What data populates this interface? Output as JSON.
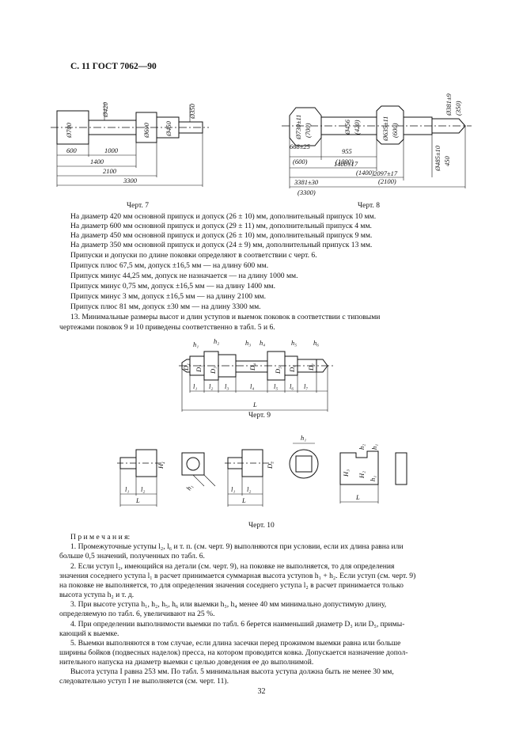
{
  "header": "С. 11 ГОСТ 7062—90",
  "fig7": {
    "caption": "Черт. 7",
    "labels": {
      "d700": "Ø700",
      "d420": "Ø420",
      "d600": "Ø600",
      "d450": "Ø450",
      "d350": "Ø350",
      "l600": "600",
      "l1000": "1000",
      "l1400": "1400",
      "l2100": "2100",
      "l3300": "3300"
    }
  },
  "fig8": {
    "caption": "Черт. 8",
    "labels": {
      "d730": "Ø730±11",
      "d700": "(700)",
      "d456": "Ø456",
      "d420": "(420)",
      "d635": "Ø635±11",
      "d600": "(600)",
      "d381": "Ø381±9",
      "d350": "(350)",
      "d485": "Ø485±10",
      "l450": "450",
      "l668": "668±25",
      "l600": "(600)",
      "l955": "955",
      "l1000": "(1000)",
      "l1400t": "1400±17",
      "l1400": "(1400)",
      "l2097": "2097±17",
      "l2100": "(2100)",
      "l3381": "3381±30",
      "l3300": "(3300)"
    }
  },
  "body_lines": [
    "На диаметр 420 мм основной припуск и допуск (26 ± 10) мм, дополнительный припуск 10 мм.",
    "На диаметр 600 мм основной припуск и допуск (29 ± 11) мм, дополнительный припуск 4 мм.",
    "На диаметр 450 мм основной припуск и допуск (26 ± 10) мм, дополнительный припуск 9 мм.",
    "На диаметр 350 мм основной припуск и допуск (24 ± 9) мм, дополнительный припуск 13 мм.",
    "Припуски и допуски по длине поковки определяют в соответствии с черт. 6.",
    "Припуск плюс 67,5 мм, допуск ±16,5 мм — на длину 600 мм.",
    "Припуск минус 44,25 мм, допуск не назначается — на длину 1000 мм.",
    "Припуск минус 0,75 мм, допуск ±16,5 мм — на длину 1400 мм.",
    "Припуск минус 3 мм, допуск ±16,5 мм — на длину 2100 мм.",
    "Припуск плюс 81 мм, допуск ±30 мм — на длину 3300 мм.",
    "13. Минимальные размеры высот и длин уступов и выемок поковок в соответствии с типовыми",
    "чертежами поковок 9 и 10 приведены соответственно в табл. 5 и 6."
  ],
  "fig9": {
    "caption": "Черт. 9",
    "labels": {
      "h1": "h₁",
      "h2": "h₂",
      "h3": "h₃",
      "h4": "h₄",
      "h5": "h₅",
      "h6": "h₆",
      "D1": "D₁",
      "D2": "D₂",
      "D3": "D₃",
      "D4": "D₄",
      "D5": "D₅",
      "D6": "D₆",
      "D7": "D₇",
      "l1": "l₁",
      "l2": "l₂",
      "l3": "l₃",
      "l4": "l₄",
      "l5": "l₅",
      "l6": "l₆",
      "l7": "l₇",
      "L": "L"
    }
  },
  "fig10": {
    "caption": "Черт. 10",
    "labels": {
      "H1": "H₁",
      "l1": "l₁",
      "l2": "l₂",
      "L": "L",
      "h1": "h₁",
      "D2": "D₂",
      "b1": "l₁",
      "b2": "l₂",
      "bL": "L",
      "rh1": "h₁",
      "H3": "H₃",
      "H2": "H₂",
      "rh2": "h₂",
      "rh1b": "h₁",
      "hr": "h₁",
      "rL": "L"
    }
  },
  "notes_title": "П р и м е ч а н и я:",
  "notes_lines": [
    "1. Промежуточные уступы l₂, l₆ и т. п. (см. черт. 9) выполняются при условии, если их длина равна или",
    "больше 0,5 значений, полученных по табл. 6.",
    "2. Если уступ l₂, имеющийся на детали (см. черт. 9), на поковке не выполняется, то для определения",
    "значения соседнего уступа l₁ в расчет принимается суммарная высота уступов h₁ + h₂. Если уступ (см. черт. 9)",
    "на поковке не выполняется, то для определения значения соседнего уступа l₂ в расчет принимается только",
    "высота уступа h₂ и т. д.",
    "3. При высоте уступа h₁, h₂, h₅, h₆ или выемки h₃, h₄ менее 40 мм минимально допустимую длину,",
    "определяемую по табл. 6, увеличивают на 25 %.",
    "4. При определении выполнимости выемки по табл. 6 берется наименьший диаметр D₃ или D₅, примы-",
    "кающий к выемке.",
    "5. Выемки выполняются в том случае, если длина засечки перед прожимом выемки равна или больше",
    "ширины бойков (подвесных наделок) пресса, на котором проводится ковка. Допускается назначение допол-",
    "нительного напуска на диаметр выемки с целью доведения ее до выполнимой.",
    "Высота уступа I равна 253 мм. По табл. 5 минимальная высота уступа должна быть не менее 30 мм,",
    "следовательно уступ I не выполняется (см. черт. 11)."
  ],
  "page_number": "32"
}
